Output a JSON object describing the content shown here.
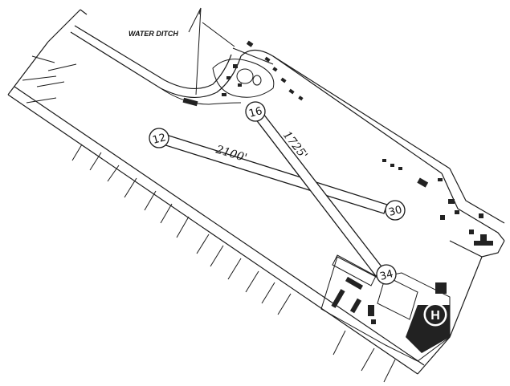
{
  "annotations": {
    "water_ditch": "WATER DITCH"
  },
  "runways": [
    {
      "ends": [
        "12",
        "30"
      ],
      "length": "2100'"
    },
    {
      "ends": [
        "16",
        "34"
      ],
      "length": "1725'"
    }
  ],
  "heliport": {
    "symbol": "H"
  },
  "colors": {
    "ink": "#1a1a1a",
    "paper": "#ffffff",
    "building": "#222222",
    "apron": "#d8d8d8"
  }
}
